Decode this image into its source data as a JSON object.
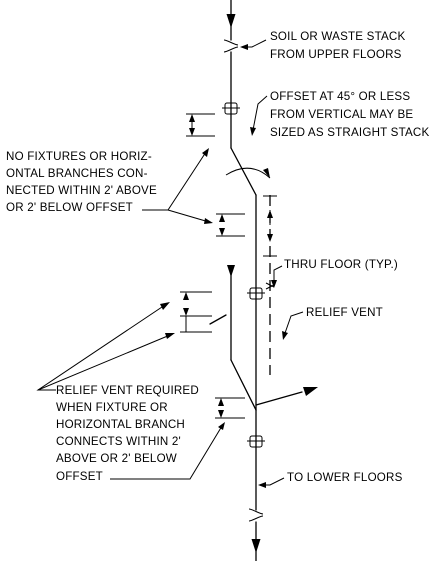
{
  "labels": {
    "soil_stack": [
      "SOIL OR WASTE STACK",
      "FROM UPPER FLOORS"
    ],
    "offset": [
      "OFFSET AT 45° OR LESS",
      "FROM VERTICAL MAY BE",
      "SIZED AS STRAIGHT STACK"
    ],
    "no_fixtures": [
      "NO FIXTURES OR HORIZ-",
      "ONTAL BRANCHES CON-",
      "NECTED WITHIN 2' ABOVE",
      "OR 2' BELOW OFFSET"
    ],
    "thru_floor": "THRU FLOOR (TYP.)",
    "relief_vent": "RELIEF VENT",
    "relief_required": [
      "RELIEF VENT REQUIRED",
      "WHEN FIXTURE OR",
      "HORIZONTAL BRANCH",
      "CONNECTS WITHIN 2'",
      "ABOVE OR  2' BELOW",
      "OFFSET"
    ],
    "lower_floors": "TO LOWER FLOORS"
  },
  "colors": {
    "line": "#000000",
    "background": "#ffffff"
  }
}
